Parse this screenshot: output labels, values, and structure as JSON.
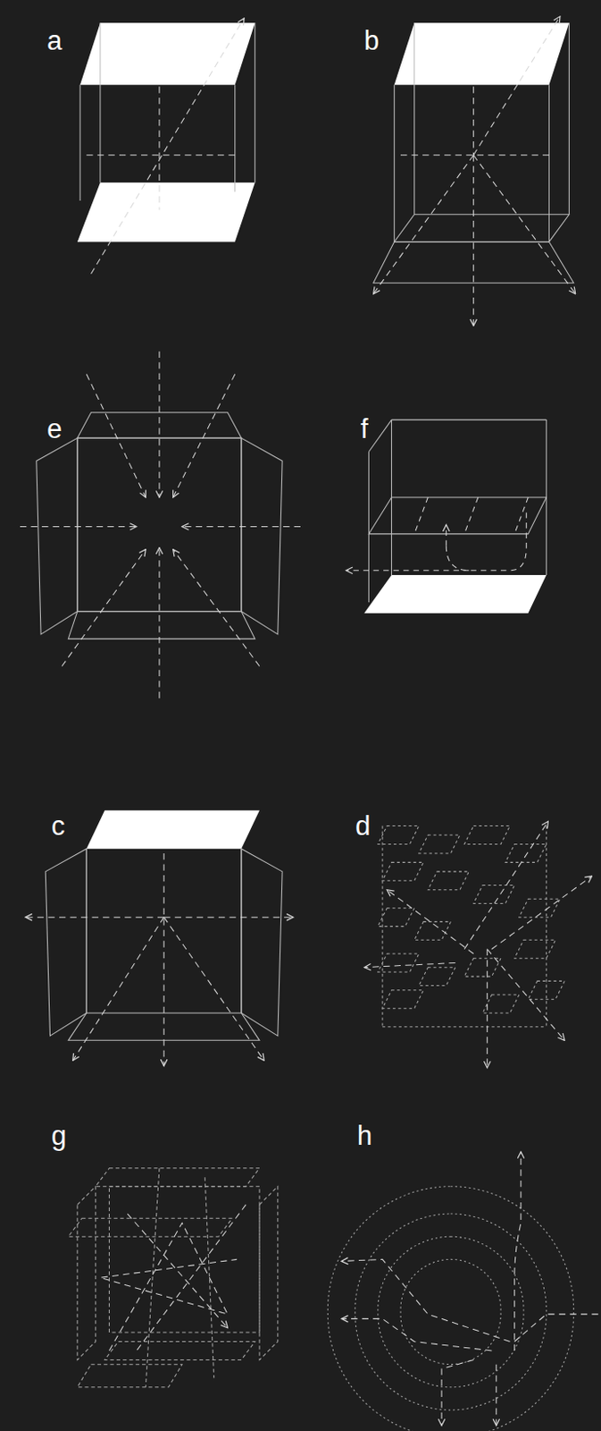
{
  "diagram": {
    "labels": [
      "a",
      "b",
      "e",
      "f",
      "c",
      "d",
      "g",
      "h"
    ]
  }
}
